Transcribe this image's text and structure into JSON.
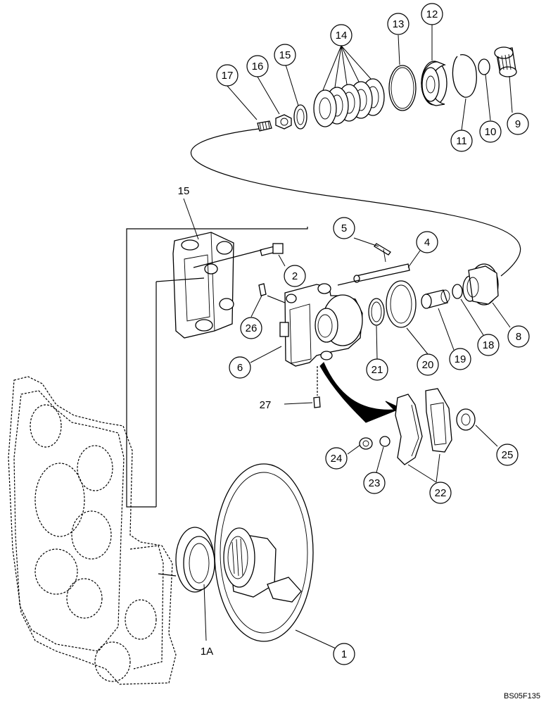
{
  "figure_code": "BS05F135",
  "callouts": {
    "c1": "1",
    "c1a": "1A",
    "c2": "2",
    "c4": "4",
    "c5": "5",
    "c6": "6",
    "c8": "8",
    "c9": "9",
    "c10": "10",
    "c11": "11",
    "c12": "12",
    "c13": "13",
    "c14": "14",
    "c15_top": "15",
    "c15_bracket": "15",
    "c16": "16",
    "c17": "17",
    "c18": "18",
    "c19": "19",
    "c20": "20",
    "c21": "21",
    "c22": "22",
    "c23": "23",
    "c24": "24",
    "c25": "25",
    "c26": "26",
    "c27": "27"
  }
}
